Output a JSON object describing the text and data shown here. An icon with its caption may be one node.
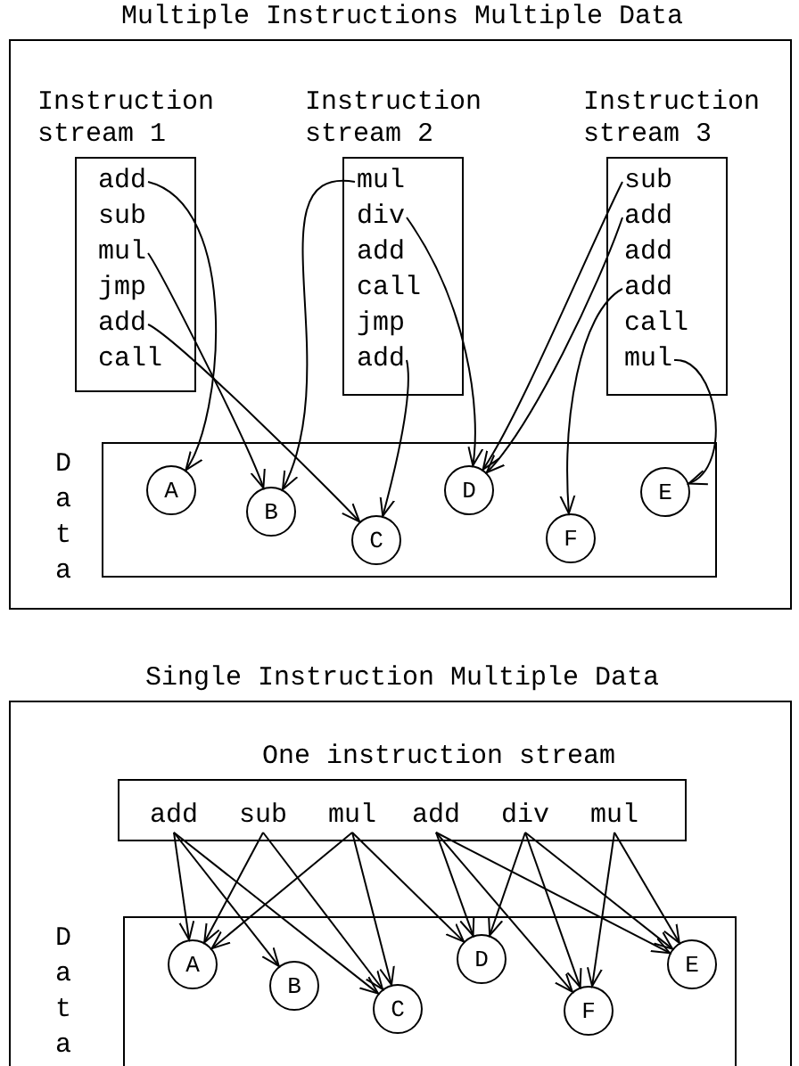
{
  "diagram": {
    "nodes": [
      {
        "text": [
          "Multiple Instructions Multiple Data"
        ]
      },
      {
        "text": [
          "Instruction stream 1"
        ],
        "in": 0
      },
      {
        "text": [
          "add"
        ],
        "in": 1
      },
      {
        "text": [
          "sub"
        ],
        "in": 1
      },
      {
        "text": [
          "mul"
        ],
        "in": 1
      },
      {
        "text": [
          "jmp"
        ],
        "in": 1
      },
      {
        "text": [
          "add"
        ],
        "in": 1
      },
      {
        "text": [
          "call"
        ],
        "in": 1
      },
      {
        "text": [
          "Instruction stream 2"
        ],
        "in": 0
      },
      {
        "text": [
          "mul"
        ],
        "in": 8
      },
      {
        "text": [
          "div"
        ],
        "in": 8
      },
      {
        "text": [
          "add"
        ],
        "in": 8
      },
      {
        "text": [
          "call"
        ],
        "in": 8
      },
      {
        "text": [
          "jmp"
        ],
        "in": 8
      },
      {
        "text": [
          "add"
        ],
        "in": 8
      },
      {
        "text": [
          "Instruction stream 3"
        ],
        "in": 0
      },
      {
        "text": [
          "sub"
        ],
        "in": 15
      },
      {
        "text": [
          "add"
        ],
        "in": 15
      },
      {
        "text": [
          "add"
        ],
        "in": 15
      },
      {
        "text": [
          "add"
        ],
        "in": 15
      },
      {
        "text": [
          "call"
        ],
        "in": 15
      },
      {
        "text": [
          "mul"
        ],
        "in": 15
      },
      {
        "text": [
          "D a t a"
        ],
        "in": 0
      },
      {
        "text": [
          "A"
        ],
        "in": 22
      },
      {
        "text": [
          "B"
        ],
        "in": 22
      },
      {
        "text": [
          "C"
        ],
        "in": 22
      },
      {
        "text": [
          "D"
        ],
        "in": 22
      },
      {
        "text": [
          "F"
        ],
        "in": 22
      },
      {
        "text": [
          "E"
        ],
        "in": 22
      },
      {
        "text": [
          "Single Instruction Multiple Data"
        ]
      },
      {
        "text": [
          "One instruction stream"
        ],
        "in": 29
      },
      {
        "text": [
          "add"
        ],
        "in": 30
      },
      {
        "text": [
          "sub"
        ],
        "in": 30
      },
      {
        "text": [
          "mul"
        ],
        "in": 30
      },
      {
        "text": [
          "add"
        ],
        "in": 30
      },
      {
        "text": [
          "div"
        ],
        "in": 30
      },
      {
        "text": [
          "mul"
        ],
        "in": 30
      },
      {
        "text": [
          "D a t a"
        ],
        "in": 29
      },
      {
        "text": [
          "A"
        ],
        "in": 37
      },
      {
        "text": [
          "B"
        ],
        "in": 37
      },
      {
        "text": [
          "C"
        ],
        "in": 37
      },
      {
        "text": [
          "D"
        ],
        "in": 37
      },
      {
        "text": [
          "F"
        ],
        "in": 37
      },
      {
        "text": [
          "E"
        ],
        "in": 37
      }
    ],
    "edges": [
      {
        "from": 2,
        "to": 23,
        "arrow": "to"
      },
      {
        "from": 4,
        "to": 24,
        "arrow": "to"
      },
      {
        "from": 6,
        "to": 25,
        "arrow": "to"
      },
      {
        "from": 9,
        "to": 24,
        "arrow": "to"
      },
      {
        "from": 10,
        "to": 26,
        "arrow": "to"
      },
      {
        "from": 14,
        "to": 25,
        "arrow": "to"
      },
      {
        "from": 16,
        "to": 26,
        "arrow": "to"
      },
      {
        "from": 17,
        "to": 26,
        "arrow": "to"
      },
      {
        "from": 19,
        "to": 27,
        "arrow": "to"
      },
      {
        "from": 21,
        "to": 28,
        "arrow": "to"
      },
      {
        "from": 31,
        "to": 38,
        "arrow": "to"
      },
      {
        "from": 31,
        "to": 39,
        "arrow": "to"
      },
      {
        "from": 31,
        "to": 40,
        "arrow": "to"
      },
      {
        "from": 32,
        "to": 38,
        "arrow": "to"
      },
      {
        "from": 32,
        "to": 40,
        "arrow": "to"
      },
      {
        "from": 33,
        "to": 38,
        "arrow": "to"
      },
      {
        "from": 33,
        "to": 40,
        "arrow": "to"
      },
      {
        "from": 33,
        "to": 41,
        "arrow": "to"
      },
      {
        "from": 34,
        "to": 41,
        "arrow": "to"
      },
      {
        "from": 34,
        "to": 42,
        "arrow": "to"
      },
      {
        "from": 34,
        "to": 43,
        "arrow": "to"
      },
      {
        "from": 35,
        "to": 41,
        "arrow": "to"
      },
      {
        "from": 35,
        "to": 42,
        "arrow": "to"
      },
      {
        "from": 35,
        "to": 43,
        "arrow": "to"
      },
      {
        "from": 36,
        "to": 42,
        "arrow": "to"
      },
      {
        "from": 36,
        "to": 43,
        "arrow": "to"
      }
    ]
  }
}
